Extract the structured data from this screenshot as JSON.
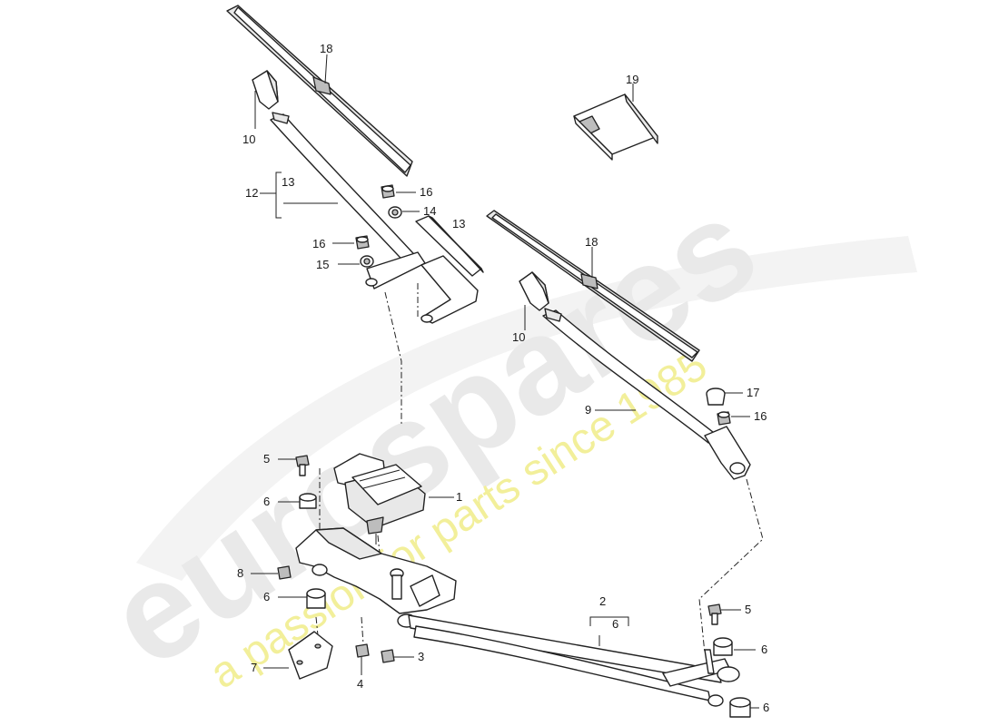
{
  "watermark": {
    "brand": "eurospares",
    "tagline": "a passion for parts since 1985"
  },
  "callouts": {
    "c1": "1",
    "c2": "2",
    "c2_6": "6",
    "c3": "3",
    "c4": "4",
    "c5a": "5",
    "c5b": "5",
    "c6a": "6",
    "c6b": "6",
    "c6c": "6",
    "c6d": "6",
    "c7": "7",
    "c8": "8",
    "c9": "9",
    "c10a": "10",
    "c10b": "10",
    "c12": "12",
    "c13a": "13",
    "c13b": "13",
    "c14": "14",
    "c15": "15",
    "c16a": "16",
    "c16b": "16",
    "c16c": "16",
    "c17": "17",
    "c18a": "18",
    "c18b": "18",
    "c19": "19"
  }
}
